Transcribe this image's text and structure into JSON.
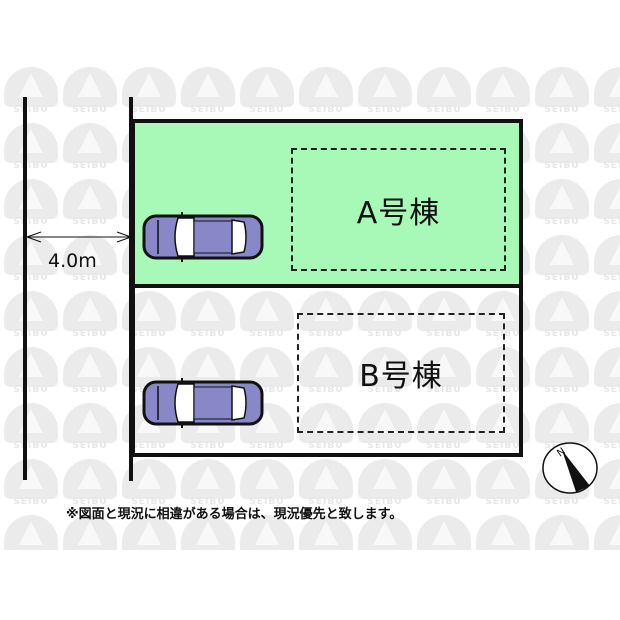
{
  "watermark": {
    "text": "SEIBU",
    "color": "#ebebeb"
  },
  "road": {
    "width_label": "4.0m"
  },
  "lots": [
    {
      "id": "A",
      "label": "A号棟",
      "fill": "#a8f8b8",
      "has_parking": true
    },
    {
      "id": "B",
      "label": "B号棟",
      "fill": "#ffffff",
      "has_parking": true
    }
  ],
  "compass": {
    "north_label": "N"
  },
  "disclaimer": "※図面と現況に相違がある場合は、現況優先と致します。",
  "colors": {
    "line": "#111111",
    "lot_a_green": "#a8f8b8",
    "car_body": "#8888c8"
  }
}
